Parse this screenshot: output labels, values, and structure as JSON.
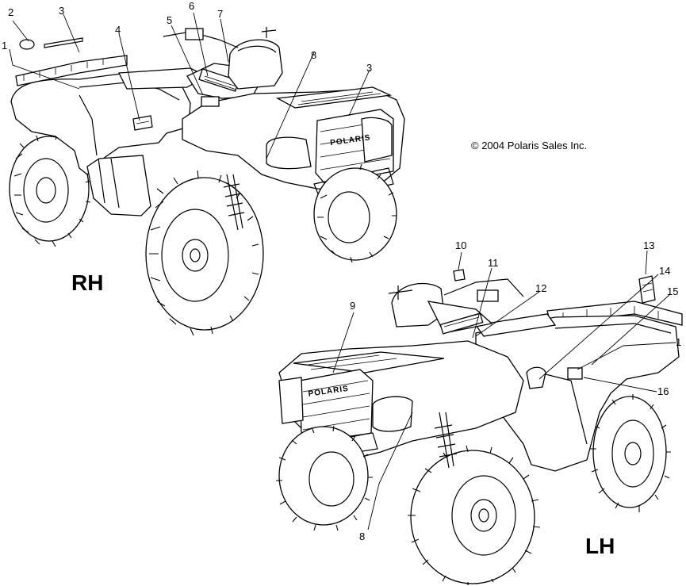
{
  "copyright": "© 2004 Polaris Sales Inc.",
  "brand_text": "POLARIS",
  "views": [
    {
      "label": "RH",
      "callouts": [
        "1",
        "2",
        "3",
        "4",
        "5",
        "6",
        "7",
        "8",
        "3"
      ]
    },
    {
      "label": "LH",
      "callouts": [
        "10",
        "11",
        "12",
        "13",
        "14",
        "15",
        "1",
        "16",
        "9",
        "8"
      ]
    }
  ]
}
